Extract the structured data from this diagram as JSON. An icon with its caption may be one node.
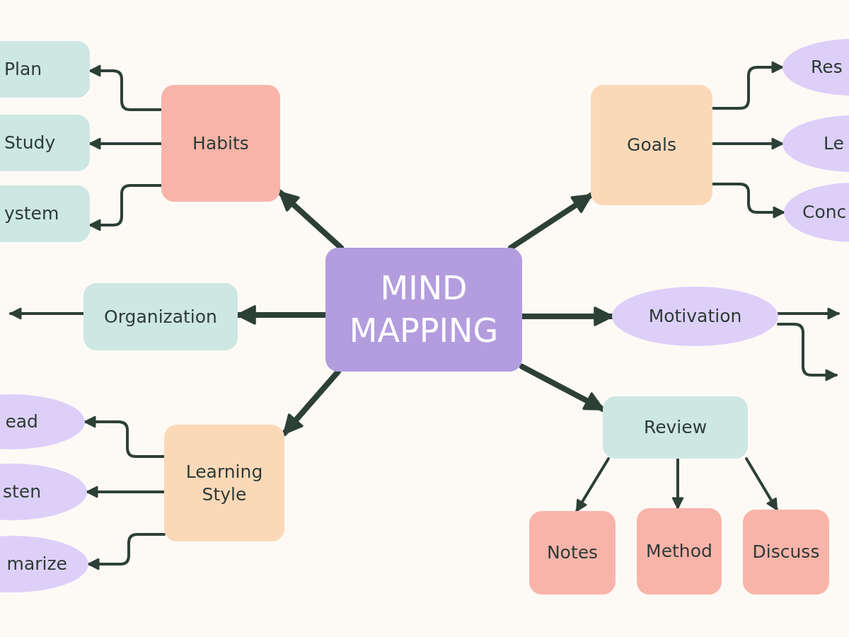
{
  "diagram": {
    "nodes": [
      {
        "text": [
          "MIND MAPPING"
        ]
      },
      {
        "text": [
          "Habits"
        ]
      },
      {
        "text": [
          "Plan"
        ]
      },
      {
        "text": [
          "Study"
        ]
      },
      {
        "text": [
          "ystem"
        ]
      },
      {
        "text": [
          "Goals"
        ]
      },
      {
        "text": [
          "Res"
        ]
      },
      {
        "text": [
          "Le"
        ]
      },
      {
        "text": [
          "Conc"
        ]
      },
      {
        "text": [
          "Organization"
        ]
      },
      {
        "text": [
          "Motivation"
        ]
      },
      {
        "text": [
          "Review"
        ]
      },
      {
        "text": [
          "ead"
        ]
      },
      {
        "text": [
          "sten"
        ]
      },
      {
        "text": [
          "marize"
        ]
      },
      {
        "text": [
          "Learning Style"
        ]
      },
      {
        "text": [
          "Notes"
        ]
      },
      {
        "text": [
          "Method"
        ]
      },
      {
        "text": [
          "Discuss"
        ]
      }
    ],
    "edges": [
      {
        "from": 0,
        "to": 1,
        "arrow": "to",
        "style": "thick"
      },
      {
        "from": 0,
        "to": 5,
        "arrow": "to",
        "style": "thick"
      },
      {
        "from": 0,
        "to": 9,
        "arrow": "to",
        "style": "thick"
      },
      {
        "from": 0,
        "to": 10,
        "arrow": "to",
        "style": "thick"
      },
      {
        "from": 0,
        "to": 11,
        "arrow": "to",
        "style": "thick"
      },
      {
        "from": 0,
        "to": 15,
        "arrow": "to",
        "style": "thick"
      },
      {
        "from": 1,
        "to": 2,
        "arrow": "to"
      },
      {
        "from": 1,
        "to": 3,
        "arrow": "to"
      },
      {
        "from": 1,
        "to": 4,
        "arrow": "to"
      },
      {
        "from": 5,
        "to": 6,
        "arrow": "to"
      },
      {
        "from": 5,
        "to": 7,
        "arrow": "to"
      },
      {
        "from": 5,
        "to": 8,
        "arrow": "to"
      },
      {
        "from": 9,
        "to": null,
        "arrow": "to"
      },
      {
        "from": 10,
        "to": null,
        "arrow": "to"
      },
      {
        "from": 10,
        "to": null,
        "arrow": "to"
      },
      {
        "from": 15,
        "to": 12,
        "arrow": "to"
      },
      {
        "from": 15,
        "to": 13,
        "arrow": "to"
      },
      {
        "from": 15,
        "to": 14,
        "arrow": "to"
      },
      {
        "from": 11,
        "to": 16,
        "arrow": "to"
      },
      {
        "from": 11,
        "to": 17,
        "arrow": "to"
      },
      {
        "from": 11,
        "to": 18,
        "arrow": "to"
      }
    ]
  }
}
